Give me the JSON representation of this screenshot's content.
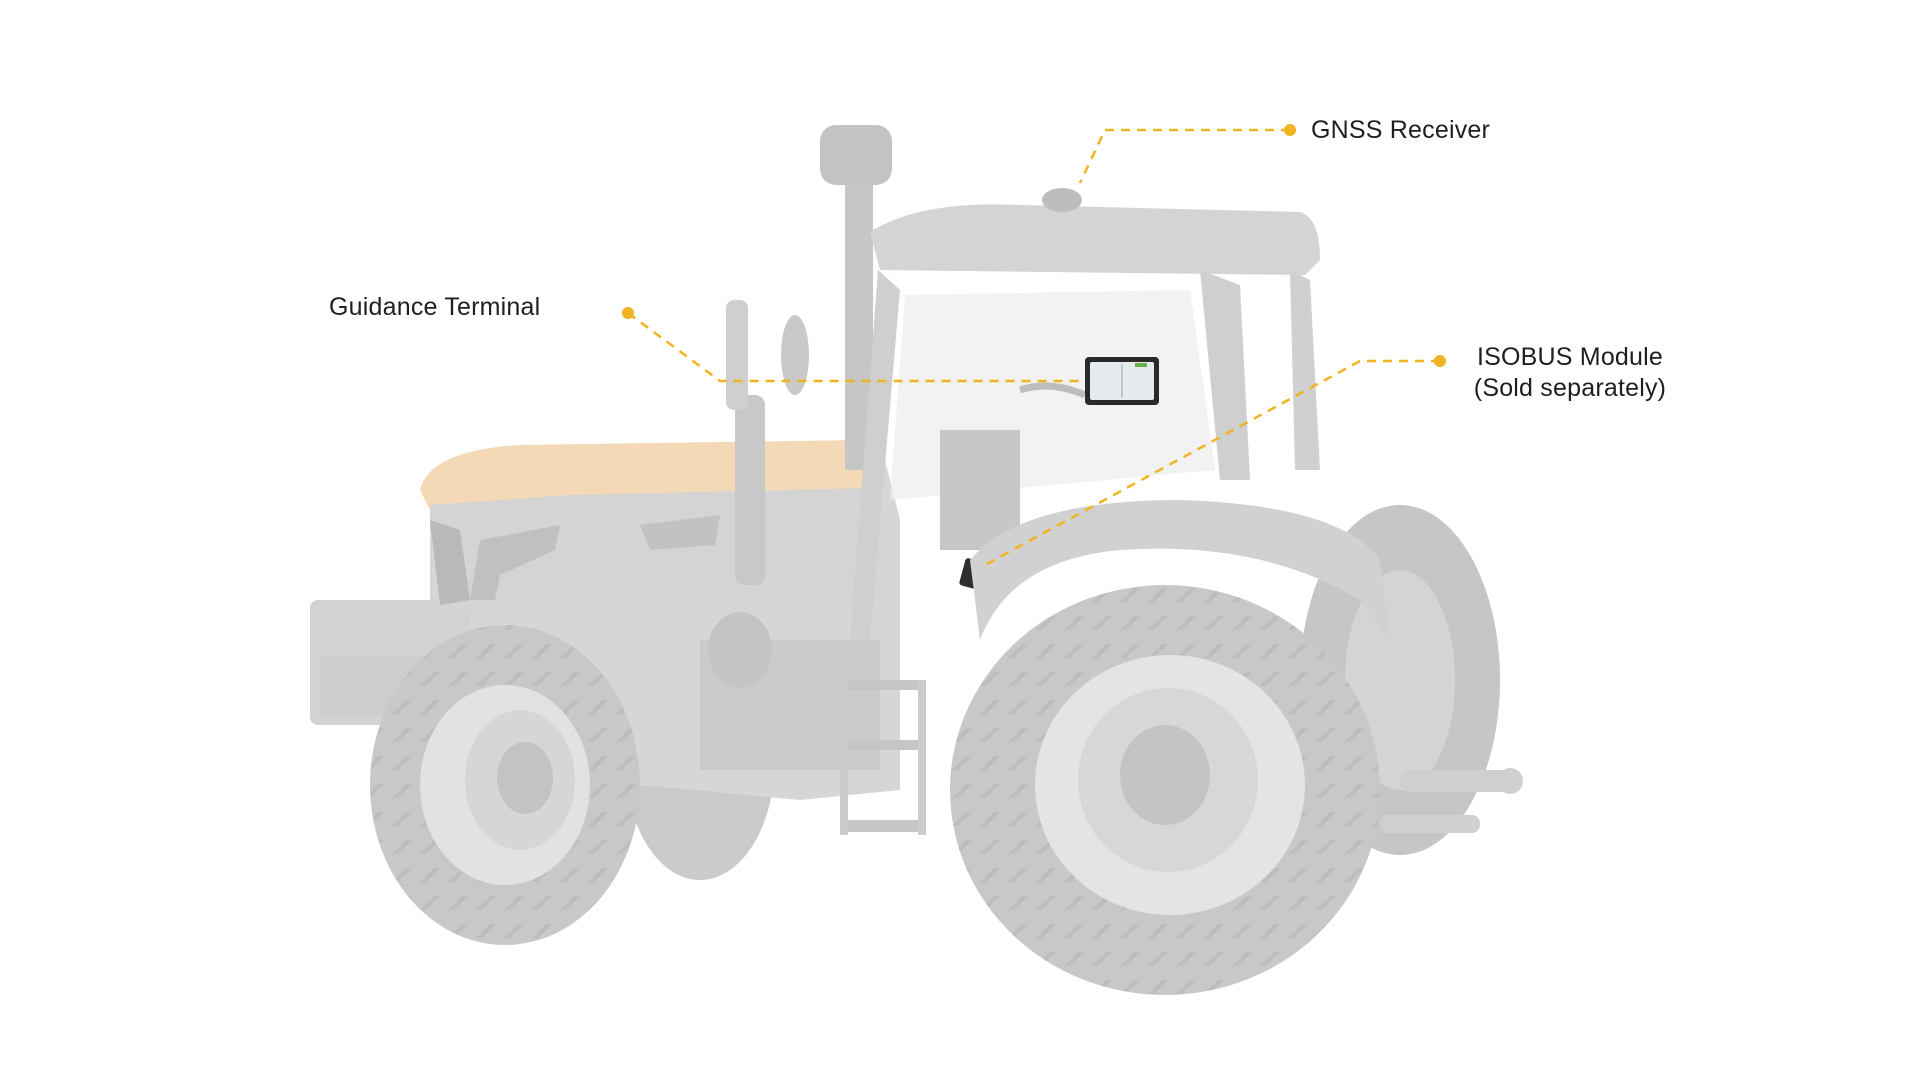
{
  "callouts": {
    "gnss": {
      "label": "GNSS Receiver"
    },
    "guidance": {
      "label": "Guidance Terminal"
    },
    "isobus": {
      "label_line1": "ISOBUS Module",
      "label_line2": "(Sold separately)"
    }
  },
  "colors": {
    "accent": "#F0B323",
    "hood": "#F3D9B5",
    "body": "#D9D9D9",
    "tire": "#C9C9C9",
    "text": "#1F1F1F"
  }
}
